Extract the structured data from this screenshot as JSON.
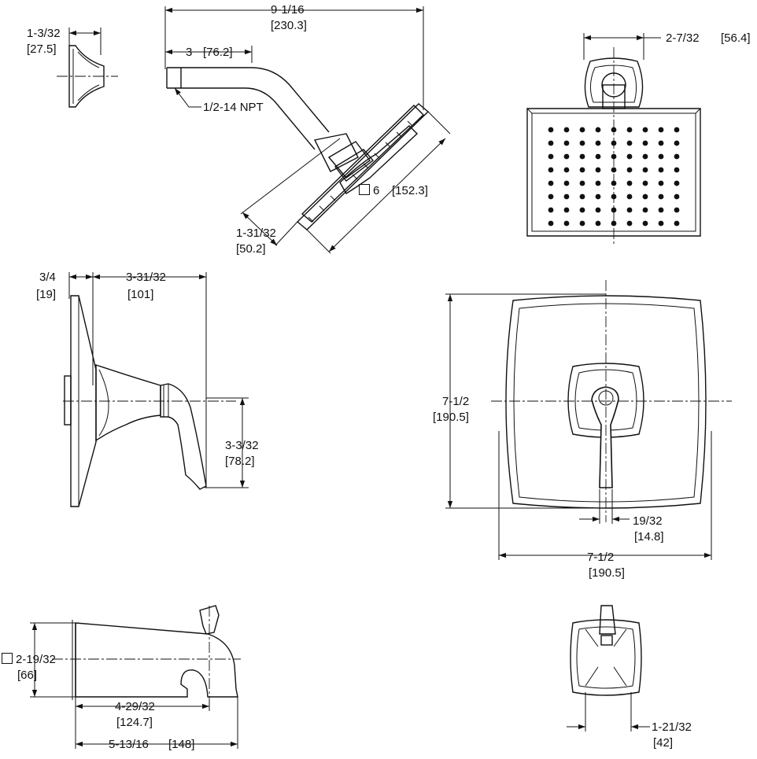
{
  "dimensions": {
    "arm_flange_depth": {
      "in": "1-3/32",
      "mm": "[27.5]"
    },
    "arm_overall_length": {
      "in": "9-1/16",
      "mm": "[230.3]"
    },
    "arm_length": {
      "in": "3",
      "mm": "[76.2]"
    },
    "thread": {
      "text": "1/2-14 NPT"
    },
    "head_size": {
      "in": "6",
      "mm": "[152.3]"
    },
    "head_thickness": {
      "in": "1-31/32",
      "mm": "[50.2]"
    },
    "arm_flange_width": {
      "in": "2-7/32",
      "mm": "[56.4]"
    },
    "trim_plate_depth": {
      "in": "3/4",
      "mm": "[19]"
    },
    "handle_projection": {
      "in": "3-31/32",
      "mm": "[101]"
    },
    "handle_height": {
      "in": "3-3/32",
      "mm": "[78.2]"
    },
    "trim_plate_height": {
      "in": "7-1/2",
      "mm": "[190.5]"
    },
    "trim_plate_width": {
      "in": "7-1/2",
      "mm": "[190.5]"
    },
    "handle_width": {
      "in": "19/32",
      "mm": "[14.8]"
    },
    "spout_height": {
      "in": "2-19/32",
      "mm": "[66]"
    },
    "spout_reach": {
      "in": "4-29/32",
      "mm": "[124.7]"
    },
    "spout_length": {
      "in": "5-13/16",
      "mm": "[148]"
    },
    "spout_width": {
      "in": "1-21/32",
      "mm": "[42]"
    }
  }
}
